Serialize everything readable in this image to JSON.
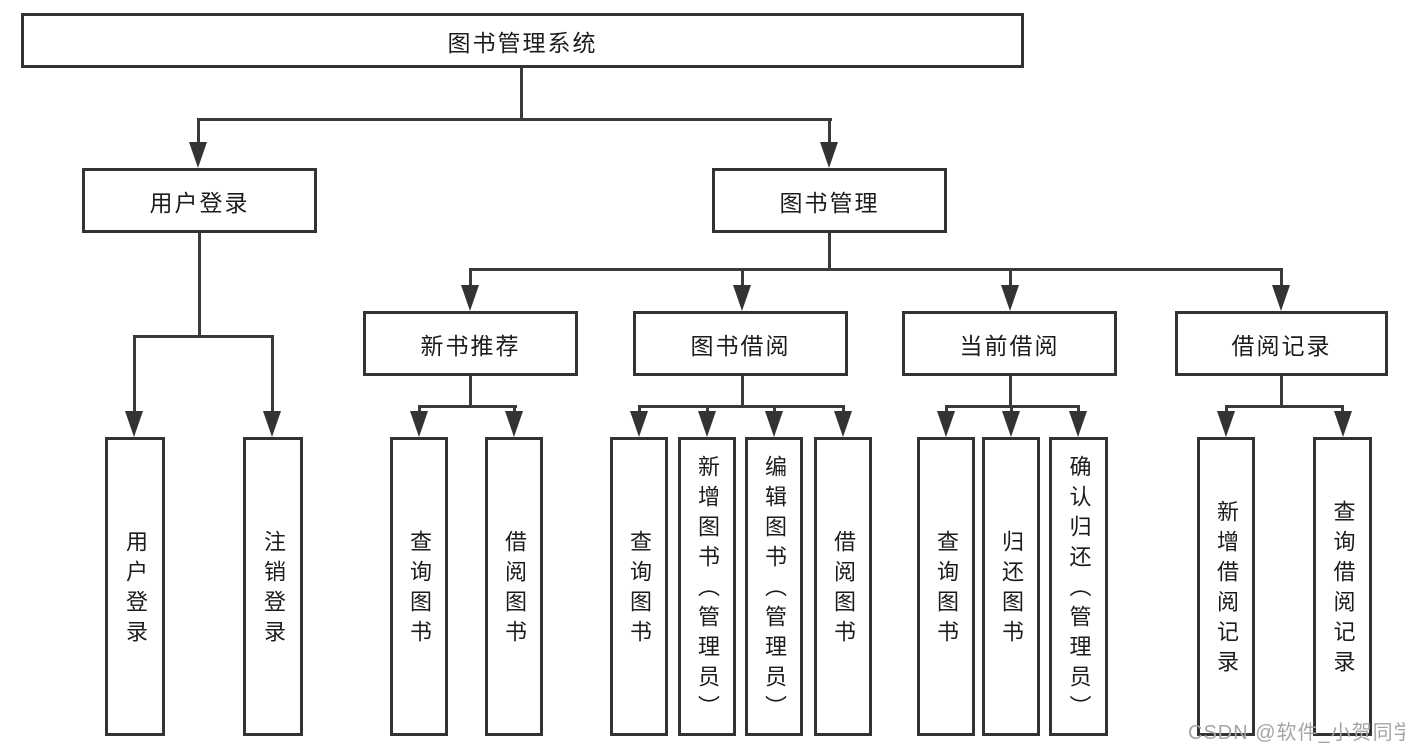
{
  "diagram_type": "functional-structure-tree",
  "colors": {
    "line": "#3a3a3a",
    "box_border": "#333333",
    "box_fill": "#ffffff",
    "text": "#1c1c1c",
    "watermark": "#a5a5a5"
  },
  "watermark": {
    "text": "CSDN @软件_小贺同学"
  },
  "tree": {
    "label": "图书管理系统",
    "children": [
      {
        "label": "用户登录",
        "children": [
          {
            "label": "用户登录"
          },
          {
            "label": "注销登录"
          }
        ]
      },
      {
        "label": "图书管理",
        "children": [
          {
            "label": "新书推荐",
            "children": [
              {
                "label": "查询图书"
              },
              {
                "label": "借阅图书"
              }
            ]
          },
          {
            "label": "图书借阅",
            "children": [
              {
                "label": "查询图书"
              },
              {
                "label": "新增图书（管理员）"
              },
              {
                "label": "编辑图书（管理员）"
              },
              {
                "label": "借阅图书"
              }
            ]
          },
          {
            "label": "当前借阅",
            "children": [
              {
                "label": "查询图书"
              },
              {
                "label": "归还图书"
              },
              {
                "label": "确认归还（管理员）"
              }
            ]
          },
          {
            "label": "借阅记录",
            "children": [
              {
                "label": "新增借阅记录"
              },
              {
                "label": "查询借阅记录"
              }
            ]
          }
        ]
      }
    ]
  }
}
